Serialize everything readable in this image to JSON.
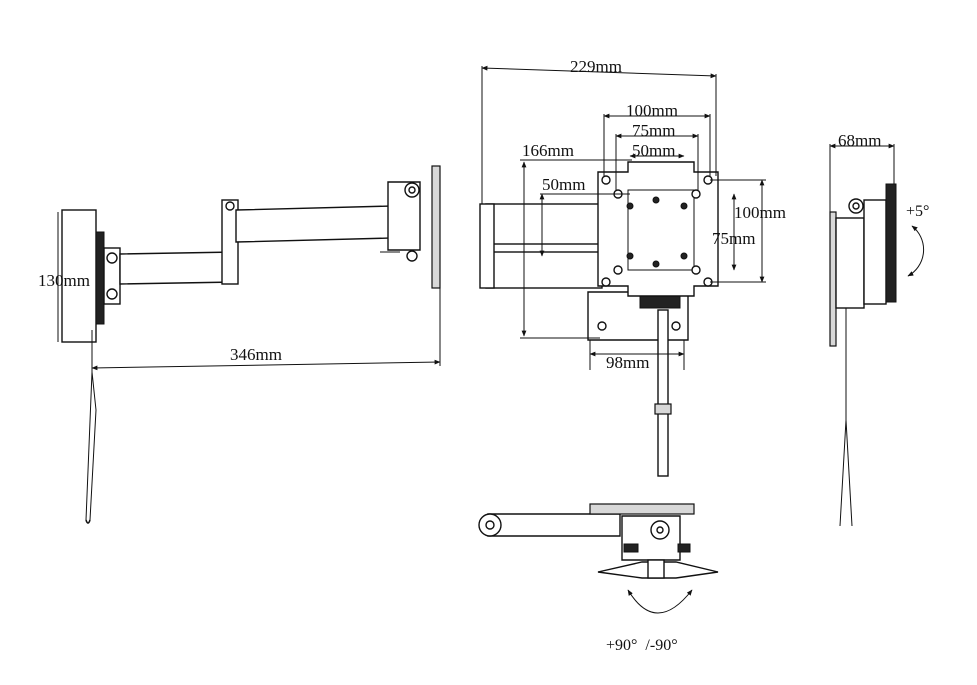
{
  "dimensions": {
    "side_height": "130mm",
    "side_extension": "346mm",
    "front_width": "229mm",
    "front_height": "166mm",
    "vesa_100_horizontal": "100mm",
    "vesa_75_horizontal": "75mm",
    "vesa_50_horizontal": "50mm",
    "vesa_50_vertical": "50mm",
    "vesa_100_vertical": "100mm",
    "vesa_75_vertical": "75mm",
    "wall_plate_width": "98mm",
    "profile_depth": "68mm"
  },
  "angles": {
    "tilt": "+5°",
    "swivel": "+90°  /-90°"
  }
}
